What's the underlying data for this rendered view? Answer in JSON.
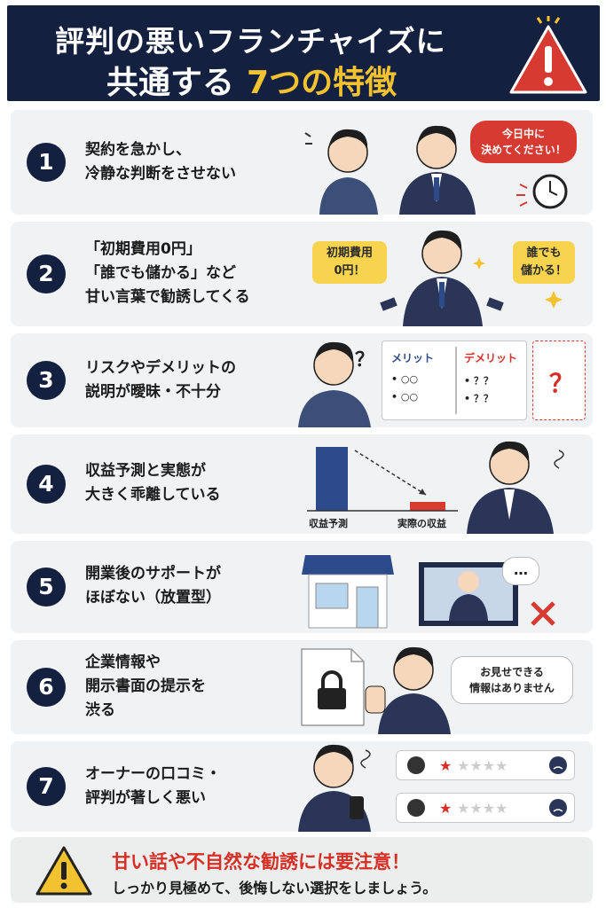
{
  "header": {
    "line1": "評判の悪いフランチャイズに",
    "line2_prefix": "共通する",
    "line2_highlight": "7つの特徴",
    "icon": "warning-triangle-icon"
  },
  "items": [
    {
      "number": "1",
      "lines": [
        "契約を急かし、",
        "冷静な判断をさせない"
      ],
      "bubble": [
        "今日中に",
        "決めてください！"
      ]
    },
    {
      "number": "2",
      "lines": [
        "「初期費用0円」",
        "「誰でも儲かる」など",
        "甘い言葉で勧誘してくる"
      ],
      "bubble_left": [
        "初期費用",
        "0円！"
      ],
      "bubble_right": [
        "誰でも",
        "儲かる！"
      ]
    },
    {
      "number": "3",
      "lines": [
        "リスクやデメリットの",
        "説明が曖昧・不十分"
      ],
      "board": {
        "merit_title": "メリット",
        "merit_items": [
          "• ○○",
          "• ○○"
        ],
        "demerit_title": "デメリット",
        "demerit_items": [
          "• ？？",
          "• ？？"
        ],
        "question": "？"
      },
      "thought": "？"
    },
    {
      "number": "4",
      "lines": [
        "収益予測と実態が",
        "大きく乖離している"
      ],
      "chart": {
        "label_forecast": "収益予測",
        "label_actual": "実際の収益"
      }
    },
    {
      "number": "5",
      "lines": [
        "開業後のサポートが",
        "ほぼない（放置型）"
      ],
      "bubble": "…"
    },
    {
      "number": "6",
      "lines": [
        "企業情報や",
        "開示書面の提示を",
        "渋る"
      ],
      "bubble": [
        "お見せできる",
        "情報はありません"
      ]
    },
    {
      "number": "7",
      "lines": [
        "オーナーの口コミ・",
        "評判が著しく悪い"
      ]
    }
  ],
  "footer": {
    "line1": "甘い話や不自然な勧誘には要注意！",
    "line2": "しっかり見極めて、後悔しない選択をしましょう。",
    "icon": "warning-triangle-icon"
  },
  "colors": {
    "navy": "#14203f",
    "yellow": "#f2c230",
    "red": "#d62f26"
  }
}
